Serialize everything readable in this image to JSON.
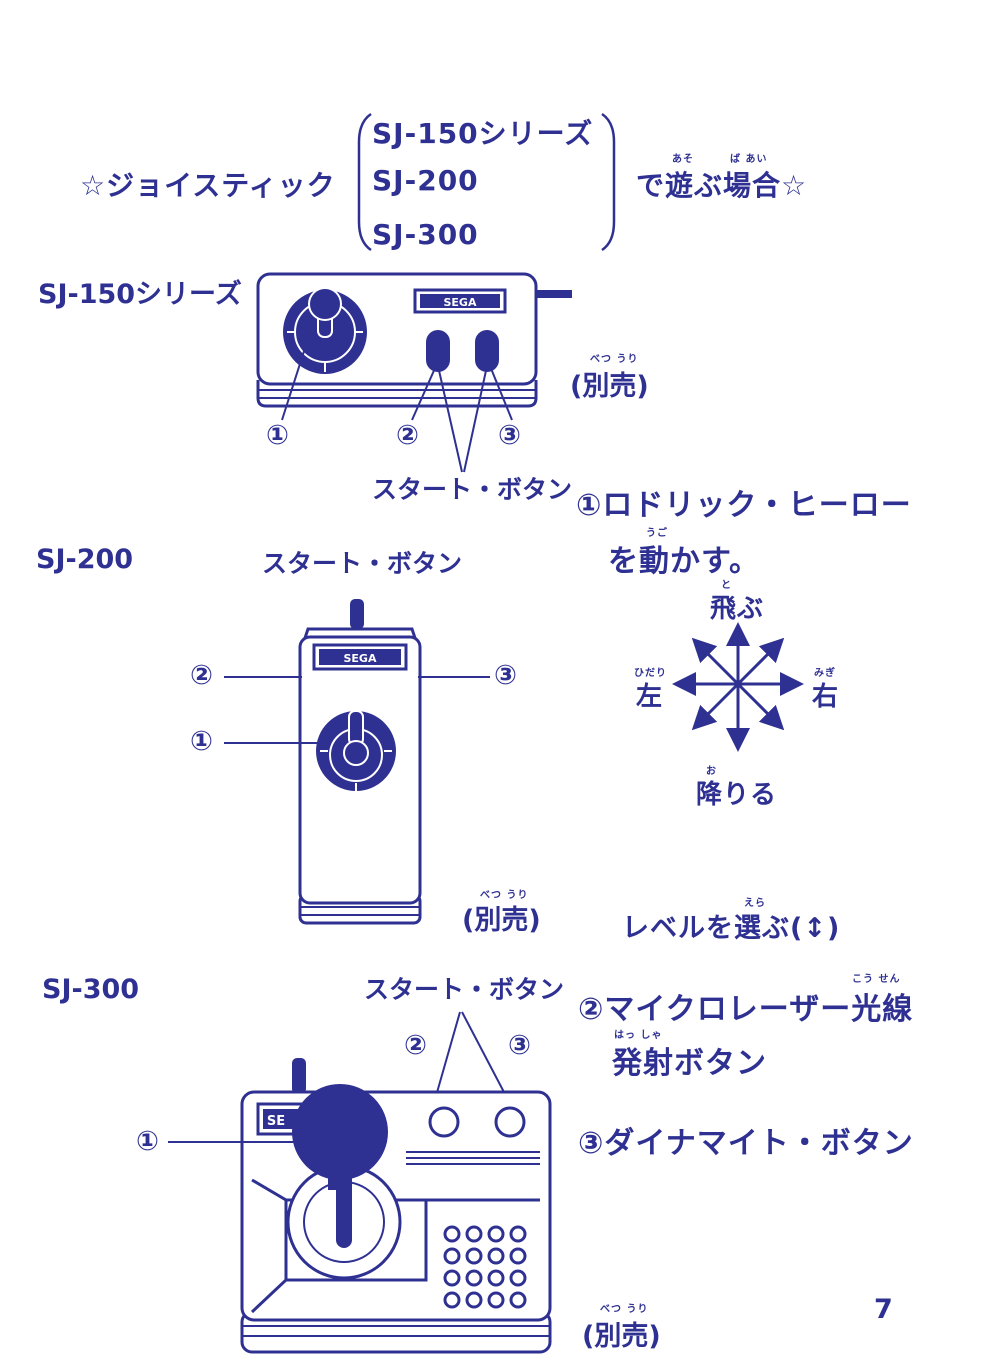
{
  "header": {
    "prefix": "☆ジョイスティック",
    "models": [
      "SJ-150シリーズ",
      "SJ-200",
      "SJ-300"
    ],
    "suffix": "で遊ぶ場合☆",
    "ruby_asobu": "あそ",
    "ruby_baai": "ば あい"
  },
  "sj150": {
    "title": "SJ-150シリーズ",
    "logo": "SEGA",
    "callouts": [
      "①",
      "②",
      "③"
    ],
    "start_label": "スタート・ボタン",
    "sold_separately": "(別売)",
    "ruby_betsuuri": "べつ うり"
  },
  "sj200": {
    "title": "SJ-200",
    "start_label": "スタート・ボタン",
    "logo": "SEGA",
    "callouts": [
      "②",
      "③",
      "①"
    ],
    "sold_separately": "(別売)",
    "ruby_betsuuri": "べつ うり"
  },
  "sj300": {
    "title": "SJ-300",
    "start_label": "スタート・ボタン",
    "logo": "SE",
    "callouts": [
      "②",
      "③",
      "①"
    ],
    "sold_separately": "(別売)",
    "ruby_betsuuri": "べつ うり"
  },
  "instructions": {
    "item1_line1": "①ロドリック・ヒーロー",
    "item1_line2": "を動かす。",
    "ruby_ugo": "うご",
    "up": "飛ぶ",
    "ruby_to": "と",
    "left": "左",
    "ruby_hidari": "ひだり",
    "right": "右",
    "ruby_migi": "みぎ",
    "down": "降りる",
    "ruby_o": "お",
    "level": "レベルを選ぶ(↕)",
    "ruby_era": "えら",
    "item2_line1": "②マイクロレーザー光線",
    "ruby_kousen": "こう せん",
    "item2_line2": "発射ボタン",
    "ruby_hassha": "はっ しゃ",
    "item3": "③ダイナマイト・ボタン"
  },
  "page_number": "7",
  "colors": {
    "ink": "#2f3192",
    "paper": "#ffffff"
  }
}
